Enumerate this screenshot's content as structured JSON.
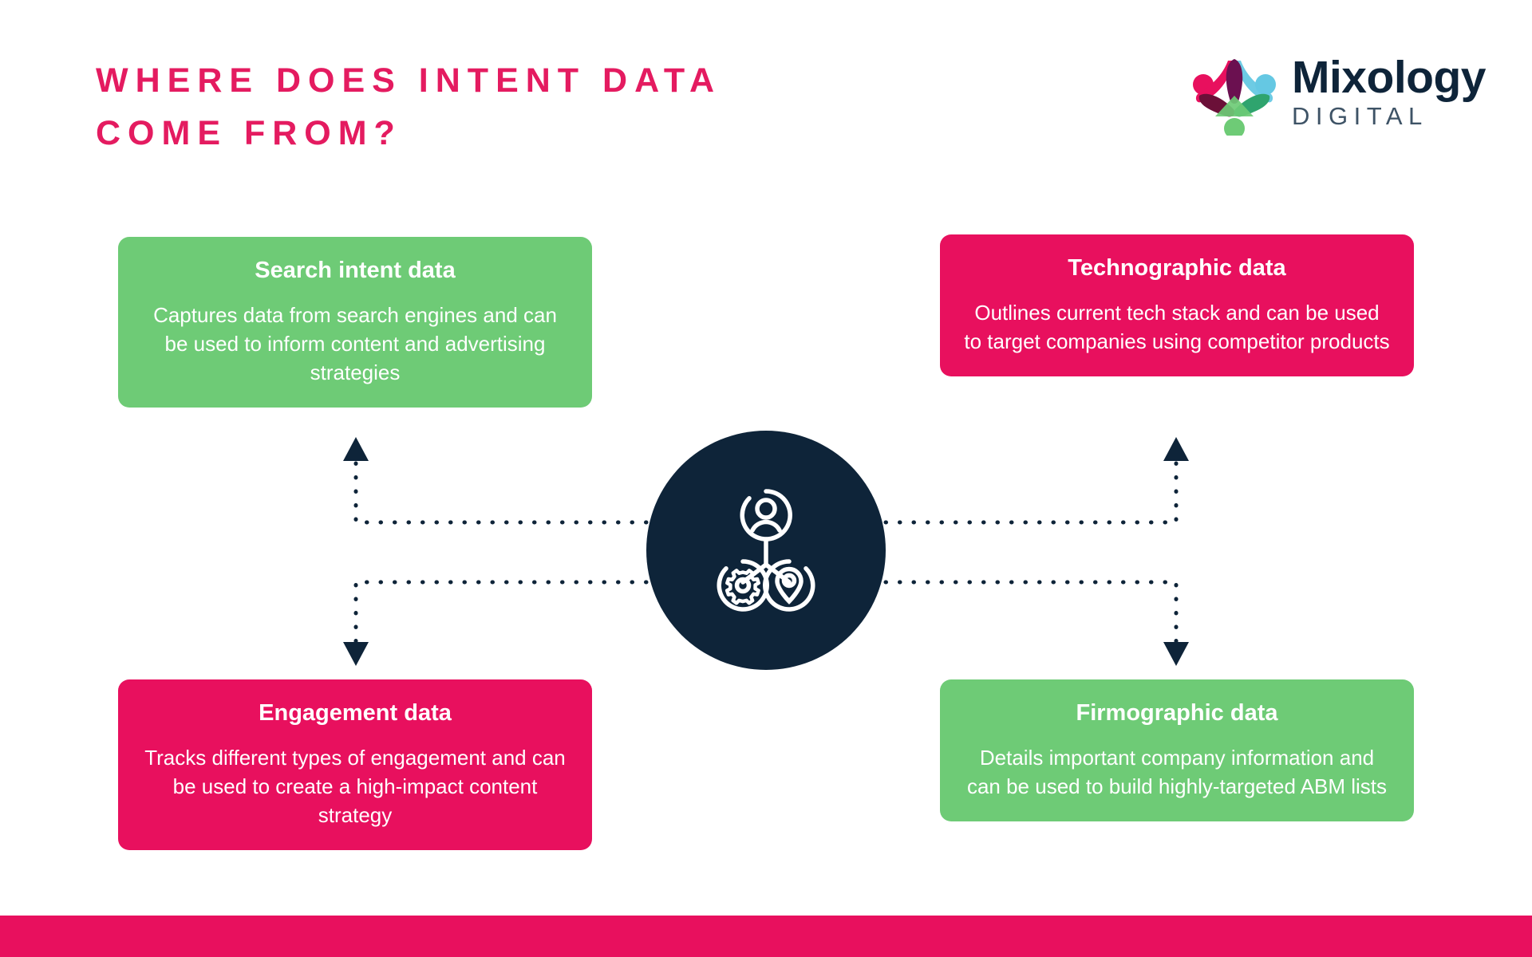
{
  "header": {
    "title_line1": "WHERE DOES INTENT DATA",
    "title_line2": "COME FROM?",
    "title_color": "#E41B60"
  },
  "logo": {
    "name": "Mixology",
    "subtitle": "DIGITAL",
    "name_color": "#0E2439",
    "subtitle_color": "#3E5366",
    "mark_colors": {
      "magenta": "#E8105E",
      "plum": "#6B1050",
      "dark_maroon": "#6B1038",
      "cyan": "#65C8E3",
      "teal_green": "#2FA46E",
      "light_green": "#6ECB76"
    }
  },
  "cards": {
    "top_left": {
      "title": "Search intent data",
      "body": "Captures data from search engines and can be used to inform content and advertising strategies",
      "color": "#6ECB76"
    },
    "top_right": {
      "title": "Technographic data",
      "body": "Outlines current tech stack and can be used to target companies using competitor products",
      "color": "#E8105E"
    },
    "bottom_left": {
      "title": "Engagement data",
      "body": "Tracks different types of engagement and can be used to create a high-impact content strategy",
      "color": "#E8105E"
    },
    "bottom_right": {
      "title": "Firmographic data",
      "body": "Details important company information and can be used to build highly-targeted ABM lists",
      "color": "#6ECB76"
    }
  },
  "hub": {
    "background_color": "#0E2439",
    "icon_color": "#FFFFFF",
    "nodes": [
      "person",
      "gear",
      "location-pin"
    ]
  },
  "connectors": {
    "color": "#0E2439",
    "style": "dotted",
    "count": 4,
    "directions": [
      "up-left",
      "down-left",
      "up-right",
      "down-right"
    ]
  },
  "footer": {
    "bar_color": "#E8105E"
  }
}
